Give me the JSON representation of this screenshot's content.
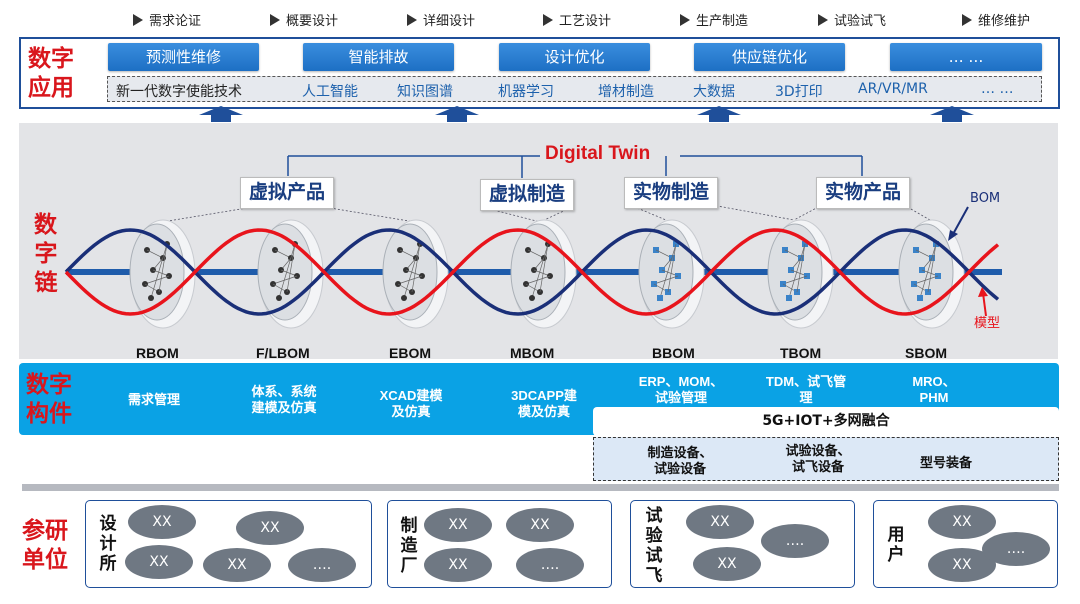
{
  "stages": [
    "需求论证",
    "概要设计",
    "详细设计",
    "工艺设计",
    "生产制造",
    "试验试飞",
    "维修维护"
  ],
  "digital_apps": {
    "label": [
      "数字",
      "应用"
    ],
    "apps": [
      "预测性维修",
      "智能排故",
      "设计优化",
      "供应链优化",
      "… …"
    ],
    "tech_intro": "新一代数字使能技术",
    "techs": [
      "人工智能",
      "知识图谱",
      "机器学习",
      "增材制造",
      "大数据",
      "3D打印",
      "AR/VR/MR",
      "… …"
    ]
  },
  "digital_chain": {
    "label": [
      "数字",
      "字",
      "链"
    ],
    "title": "Digital Twin",
    "stage_tags": [
      "虚拟产品",
      "虚拟制造",
      "实物制造",
      "实物产品"
    ],
    "bom_curve_label": "BOM",
    "model_curve_label": "模型",
    "boms": [
      "RBOM",
      "F/LBOM",
      "EBOM",
      "MBOM",
      "BBOM",
      "TBOM",
      "SBOM"
    ]
  },
  "digital_components": {
    "label": [
      "数字",
      "构件"
    ],
    "items": [
      [
        "需求管理"
      ],
      [
        "体系、系统",
        "建模及仿真"
      ],
      [
        "XCAD建模",
        "及仿真"
      ],
      [
        "3DCAPP建",
        "模及仿真"
      ],
      [
        "ERP、MOM、",
        "试验管理"
      ],
      [
        "TDM、试飞管",
        "理"
      ],
      [
        "MRO、",
        "PHM"
      ]
    ],
    "network": "5G+IOT+多网融合",
    "equipment": [
      [
        "制造设备、",
        "试验设备"
      ],
      [
        "试验设备、",
        "试飞设备"
      ],
      [
        "型号装备"
      ]
    ]
  },
  "research_units": {
    "label": [
      "参研",
      "单位"
    ],
    "units": [
      {
        "name": "设计所",
        "items": [
          "XX",
          "XX",
          "XX",
          "XX",
          "…."
        ]
      },
      {
        "name": "制造厂",
        "items": [
          "XX",
          "XX",
          "XX",
          "…."
        ]
      },
      {
        "name": "试验试飞",
        "items": [
          "XX",
          "XX",
          "…."
        ]
      },
      {
        "name": "用户",
        "items": [
          "XX",
          "XX",
          "…."
        ]
      }
    ]
  },
  "colors": {
    "accent_red": "#d9161c",
    "navy": "#1f4f9a",
    "band_blue": "#0aa2e5",
    "bubble_gray": "#6f7883"
  }
}
